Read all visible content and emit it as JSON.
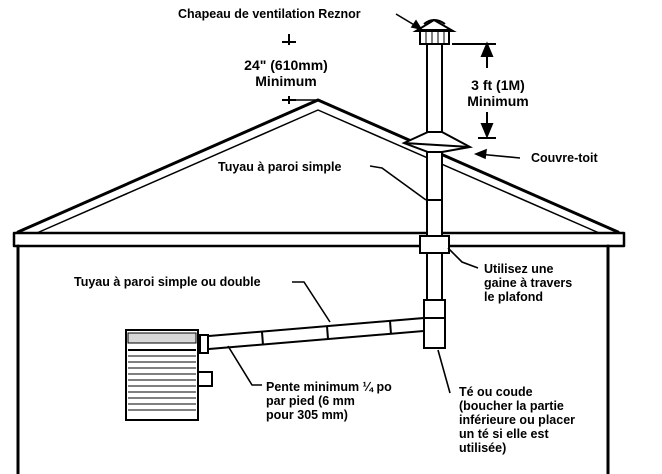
{
  "labels": {
    "vent_cap": "Chapeau de ventilation Reznor",
    "clearance_24_l1": "24\" (610mm)",
    "clearance_24_l2": "Minimum",
    "clearance_3ft_l1": "3 ft (1M)",
    "clearance_3ft_l2": "Minimum",
    "roof_flashing": "Couvre-toit",
    "single_wall_pipe": "Tuyau à paroi simple",
    "single_or_double_pipe": "Tuyau à paroi simple ou double",
    "thimble_l1": "Utilisez une",
    "thimble_l2": "gaine à travers",
    "thimble_l3": "le plafond",
    "slope_l1": "Pente minimum ¼ po",
    "slope_l2": "par pied (6 mm",
    "slope_l3": "pour 305 mm)",
    "tee_l1": "Té ou coude",
    "tee_l2": "(boucher la partie",
    "tee_l3": "inférieure ou placer",
    "tee_l4": "un té si elle est",
    "tee_l5": "utilisée)"
  },
  "colors": {
    "ink": "#000000",
    "paper": "#ffffff",
    "pipe_fill": "#ffffff",
    "heater_shade": "#d8d8d8"
  }
}
